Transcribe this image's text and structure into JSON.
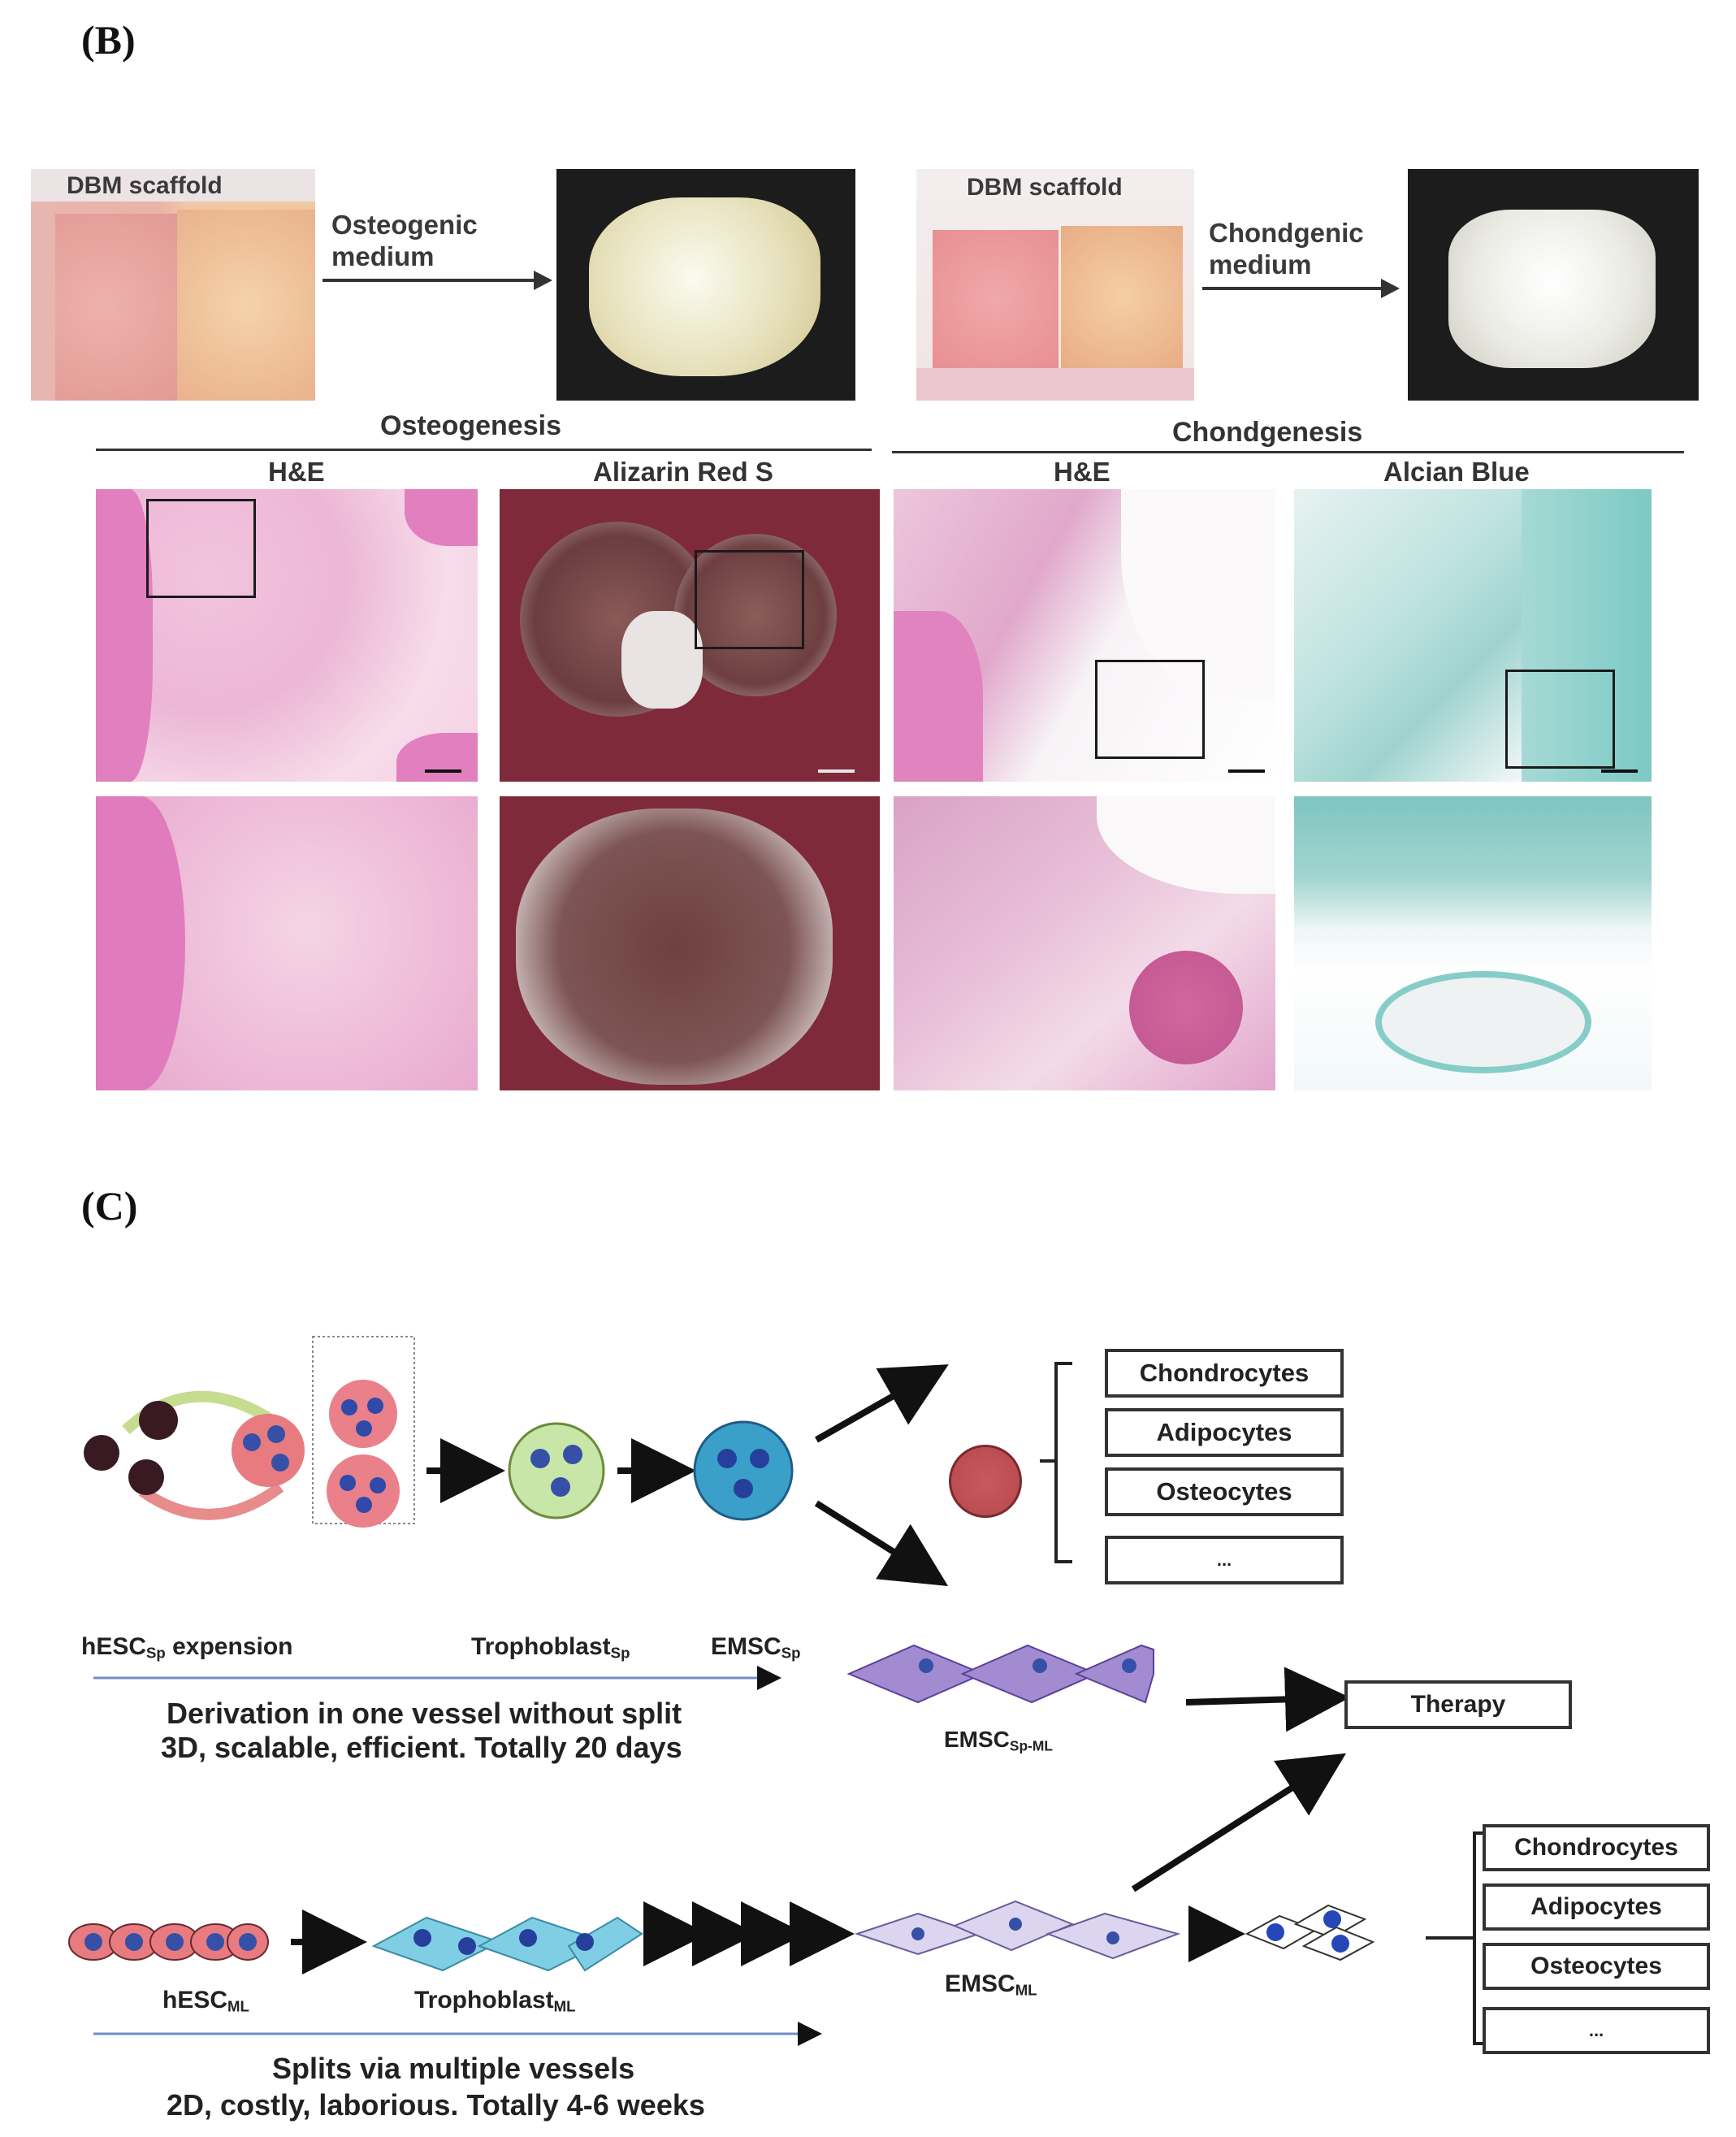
{
  "panel_b": {
    "label": "(B)",
    "left_scaffold_label": "DBM scaffold",
    "left_medium": [
      "Osteogenic",
      "medium"
    ],
    "right_scaffold_label": "DBM scaffold",
    "right_medium": [
      "Chondgenic",
      "medium"
    ],
    "osteo_title": "Osteogenesis",
    "chondro_title": "Chondgenesis",
    "col_he_1": "H&E",
    "col_alizarin": "Alizarin Red S",
    "col_he_2": "H&E",
    "col_alcian": "Alcian Blue"
  },
  "panel_c": {
    "label": "(C)",
    "top_row": {
      "hesc_main": "hESC",
      "hesc_sub": "Sp",
      "hesc_suffix": " expension",
      "tropho_main": "Trophoblast",
      "tropho_sub": "Sp",
      "emsc_main": "EMSC",
      "emsc_sub": "Sp",
      "emsc_ml_main": "EMSC",
      "emsc_ml_sub": "Sp-ML",
      "desc1": "Derivation in one vessel without split",
      "desc2": "3D, scalable, efficient.  Totally 20 days"
    },
    "bottom_row": {
      "hesc_main": "hESC",
      "hesc_sub": "ML",
      "tropho_main": "Trophoblast",
      "tropho_sub": "ML",
      "emsc_main": "EMSC",
      "emsc_sub": "ML",
      "desc1": "Splits via multiple vessels",
      "desc2": "2D, costly, laborious. Totally 4-6 weeks"
    },
    "therapy": "Therapy",
    "top_outcomes": [
      "Chondrocytes",
      "Adipocytes",
      "Osteocytes",
      "..."
    ],
    "bottom_outcomes": [
      "Chondrocytes",
      "Adipocytes",
      "Osteocytes",
      "..."
    ]
  },
  "colors": {
    "he_pink": "#e7a9cf",
    "alizarin": "#7e2a3a",
    "alcian": "#7cc9c4",
    "arrow": "#222222"
  }
}
